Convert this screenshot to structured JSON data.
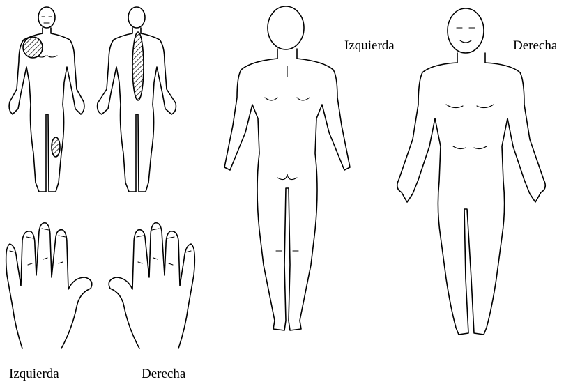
{
  "labels": {
    "back_left": "Izquierda",
    "front_right": "Derecha",
    "hand_left": "Izquierda",
    "hand_right": "Derecha"
  },
  "colors": {
    "ink": "#000000",
    "background": "#ffffff"
  }
}
